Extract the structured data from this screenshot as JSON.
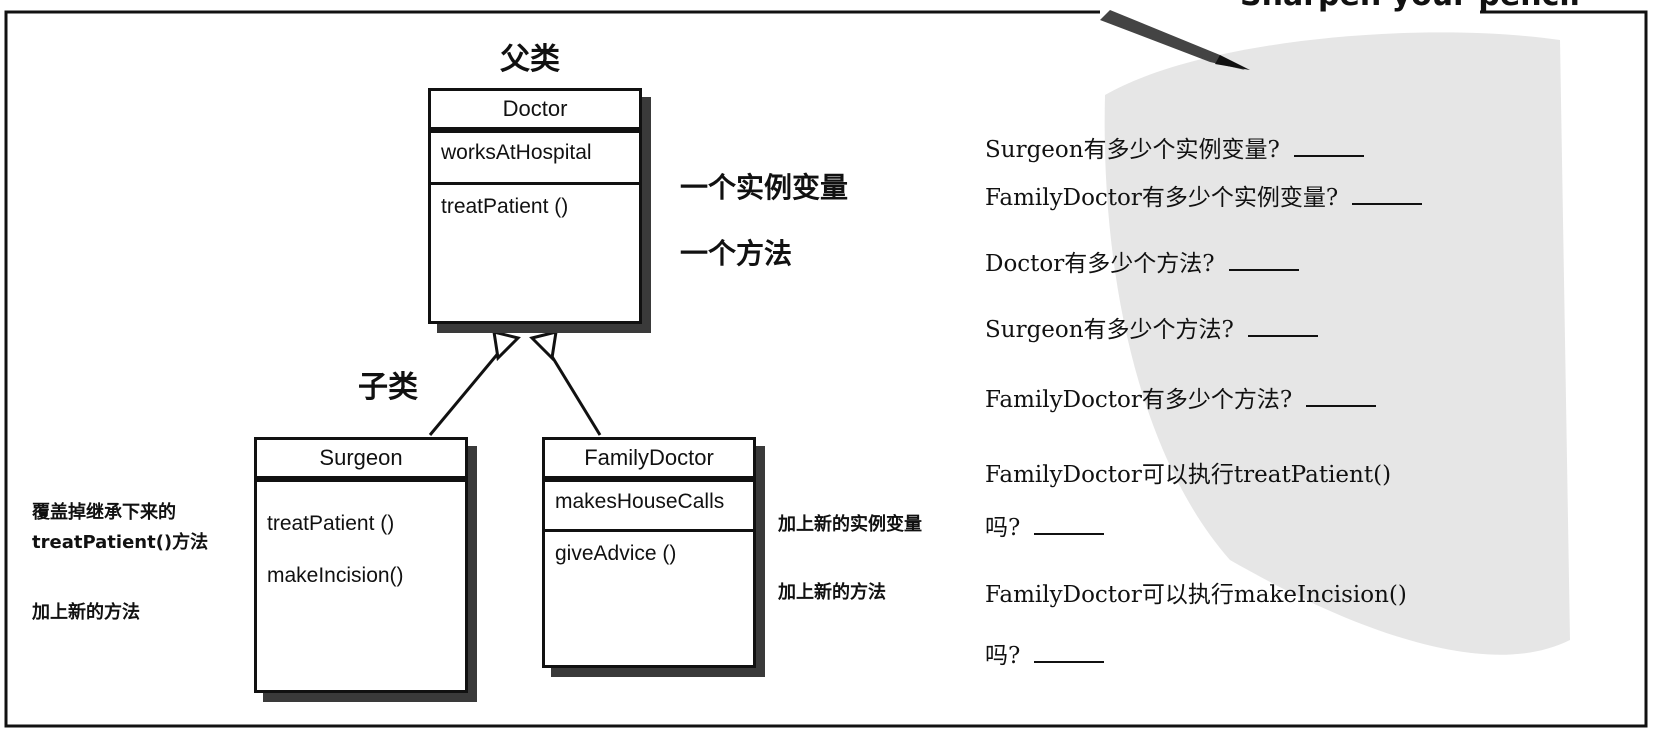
{
  "header": {
    "title": "Sharpen your pencil"
  },
  "labels": {
    "superclass": "父类",
    "subclass": "子类",
    "one_instance_var": "一个实例变量",
    "one_method": "一个方法",
    "override_note_line1": "覆盖掉继承下来的",
    "override_note_line2": "treatPatient()方法",
    "add_method_left": "加上新的方法",
    "add_instance_var": "加上新的实例变量",
    "add_method_right": "加上新的方法"
  },
  "classes": {
    "doctor": {
      "name": "Doctor",
      "fields": [
        "worksAtHospital"
      ],
      "methods": [
        "treatPatient ()"
      ]
    },
    "surgeon": {
      "name": "Surgeon",
      "fields": [],
      "methods": [
        "treatPatient ()",
        "makeIncision()"
      ]
    },
    "family_doctor": {
      "name": "FamilyDoctor",
      "fields": [
        "makesHouseCalls"
      ],
      "methods": [
        "giveAdvice ()"
      ]
    }
  },
  "questions": [
    "Surgeon有多少个实例变量?",
    "FamilyDoctor有多少个实例变量?",
    "Doctor有多少个方法?",
    "Surgeon有多少个方法?",
    "FamilyDoctor有多少个方法?",
    "FamilyDoctor可以执行treatPatient()",
    "吗?",
    "FamilyDoctor可以执行makeIncision()",
    "吗?"
  ],
  "colors": {
    "line": "#111111",
    "shadow": "#3a3a3a",
    "watermark": "#d9d9d9"
  }
}
